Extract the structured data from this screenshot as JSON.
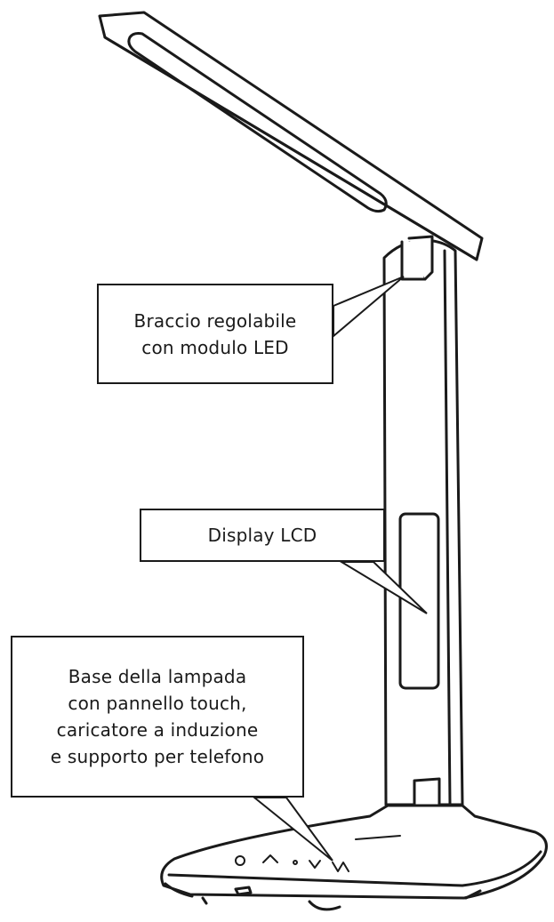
{
  "callouts": {
    "arm": {
      "lines": [
        "Braccio regolabile",
        "con modulo LED"
      ]
    },
    "lcd": {
      "lines": [
        "Display LCD"
      ]
    },
    "base": {
      "lines": [
        "Base della lampada",
        "con pannello touch,",
        "caricatore a induzione",
        "e supporto per telefono"
      ]
    }
  },
  "colors": {
    "line": "#1a1a1a",
    "background": "#ffffff"
  },
  "icons": [
    "lamp-head-icon",
    "lamp-pole-icon",
    "lcd-screen-icon",
    "lamp-base-icon",
    "touch-buttons-icon"
  ]
}
